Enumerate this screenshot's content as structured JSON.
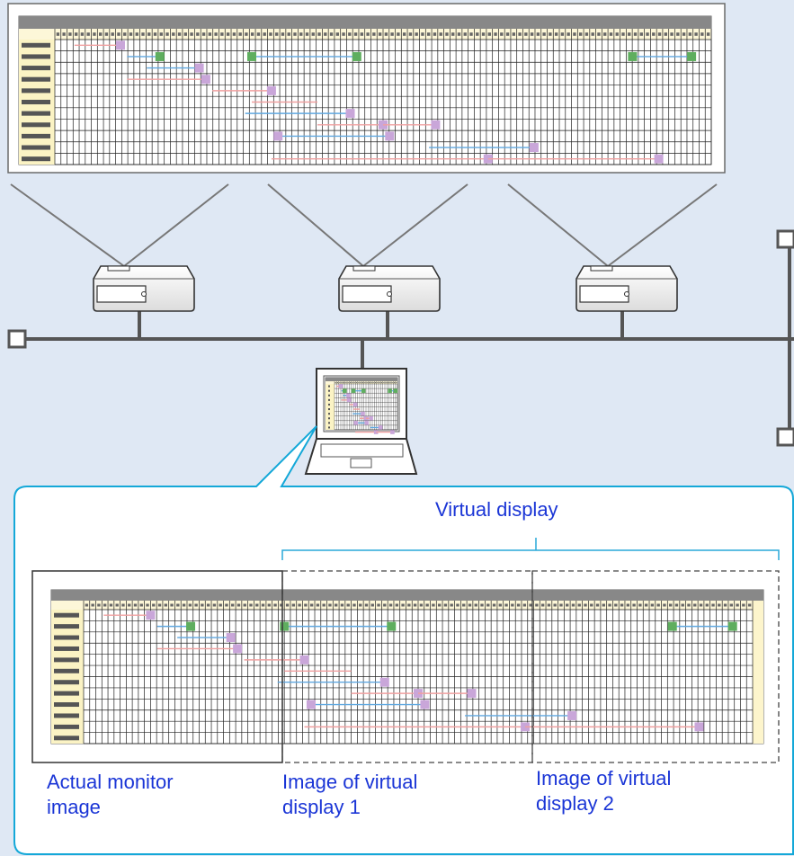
{
  "labels": {
    "virtual_display": "Virtual display",
    "actual_monitor_image": "Actual monitor\nimage",
    "virtual_display_1": "Image of virtual\ndisplay 1",
    "virtual_display_2": "Image of virtual\ndisplay 2"
  },
  "colors": {
    "background": "#dfe8f4",
    "callout_border": "#14a8d8",
    "network_line": "#555555",
    "label_text": "#1a35d6",
    "sheet_header": "#888888",
    "sheet_left_column": "#fbf3c4",
    "marker_purple": "#c9a6d9",
    "marker_green": "#5fae5f"
  },
  "devices": {
    "projectors": 3,
    "laptop": 1
  }
}
